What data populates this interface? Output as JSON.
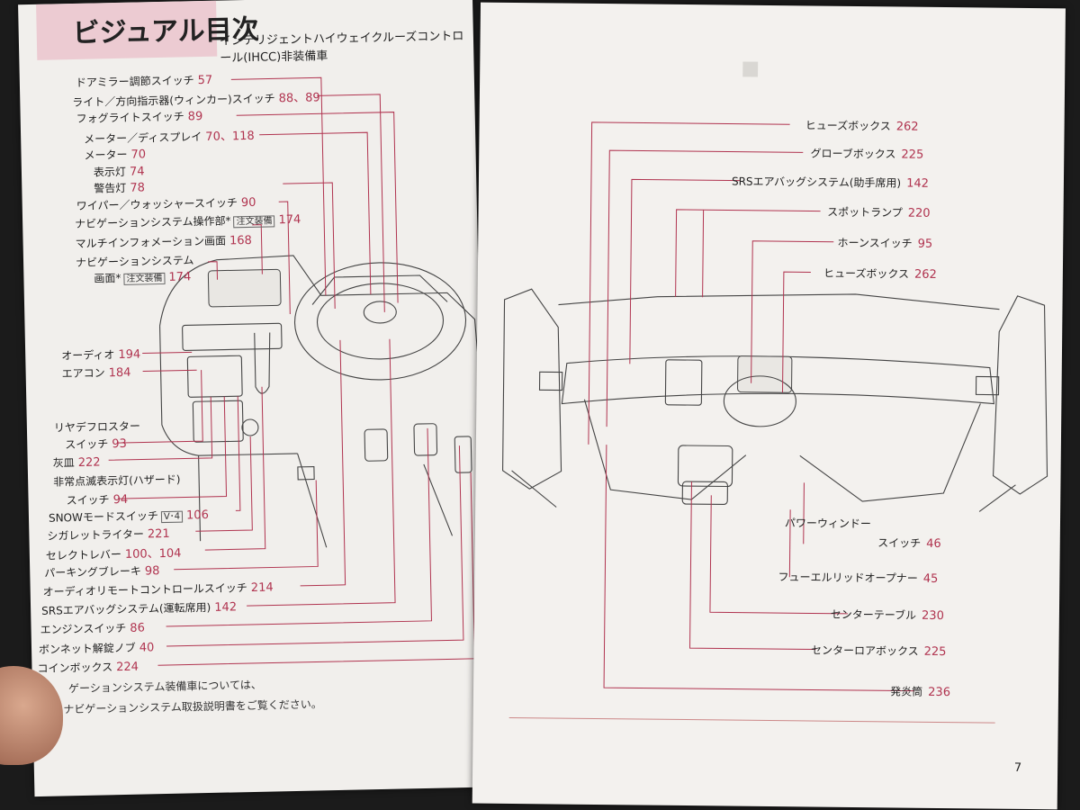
{
  "left": {
    "title": "ビジュアル目次",
    "subtitle": "インテリジェントハイウェイクルーズコントロール(IHCC)非装備車",
    "labels": [
      {
        "text": "ドアミラー調節スイッチ",
        "page": "57"
      },
      {
        "text": "ライト／方向指示器(ウィンカー)スイッチ",
        "page": "88、89"
      },
      {
        "text": "フォグライトスイッチ",
        "page": "89"
      },
      {
        "text": "メーター／ディスプレイ",
        "page": "70、118"
      },
      {
        "text": "メーター",
        "page": "70"
      },
      {
        "text": "表示灯",
        "page": "74"
      },
      {
        "text": "警告灯",
        "page": "78"
      },
      {
        "text": "ワイパー／ウォッシャースイッチ",
        "page": "90"
      },
      {
        "text": "ナビゲーションシステム操作部*",
        "badge": "注文装備",
        "page": "174"
      },
      {
        "text": "マルチインフォメーション画面",
        "page": "168"
      },
      {
        "text": "ナビゲーションシステム",
        "page": ""
      },
      {
        "text": "画面*",
        "badge": "注文装備",
        "page": "174"
      },
      {
        "text": "オーディオ",
        "page": "194"
      },
      {
        "text": "エアコン",
        "page": "184"
      },
      {
        "text": "リヤデフロスター",
        "page": ""
      },
      {
        "text": "スイッチ",
        "page": "93"
      },
      {
        "text": "灰皿",
        "page": "222"
      },
      {
        "text": "非常点滅表示灯(ハザード)",
        "page": ""
      },
      {
        "text": "スイッチ",
        "page": "94"
      },
      {
        "text": "SNOWモードスイッチ",
        "badge": "V･4",
        "page": "106"
      },
      {
        "text": "シガレットライター",
        "page": "221"
      },
      {
        "text": "セレクトレバー",
        "page": "100、104"
      },
      {
        "text": "パーキングブレーキ",
        "page": "98"
      },
      {
        "text": "オーディオリモートコントロールスイッチ",
        "page": "214"
      },
      {
        "text": "SRSエアバッグシステム(運転席用)",
        "page": "142"
      },
      {
        "text": "エンジンスイッチ",
        "page": "86"
      },
      {
        "text": "ボンネット解錠ノブ",
        "page": "40"
      },
      {
        "text": "コインボックス",
        "page": "224"
      }
    ],
    "note1": "ゲーションシステム装備車については、",
    "note2": "ナビゲーションシステム取扱説明書をご覧ください。"
  },
  "right": {
    "labels": [
      {
        "text": "ヒューズボックス",
        "page": "262"
      },
      {
        "text": "グローブボックス",
        "page": "225"
      },
      {
        "text": "SRSエアバッグシステム(助手席用)",
        "page": "142"
      },
      {
        "text": "スポットランプ",
        "page": "220"
      },
      {
        "text": "ホーンスイッチ",
        "page": "95"
      },
      {
        "text": "ヒューズボックス",
        "page": "262"
      },
      {
        "text": "パワーウィンドー",
        "page": ""
      },
      {
        "text": "スイッチ",
        "page": "46"
      },
      {
        "text": "フューエルリッドオープナー",
        "page": "45"
      },
      {
        "text": "センターテーブル",
        "page": "230"
      },
      {
        "text": "センターロアボックス",
        "page": "225"
      },
      {
        "text": "発炎筒",
        "page": "236"
      }
    ],
    "page_number": "7"
  },
  "colors": {
    "accent": "#b0334f",
    "title_band": "#eccbd2"
  }
}
